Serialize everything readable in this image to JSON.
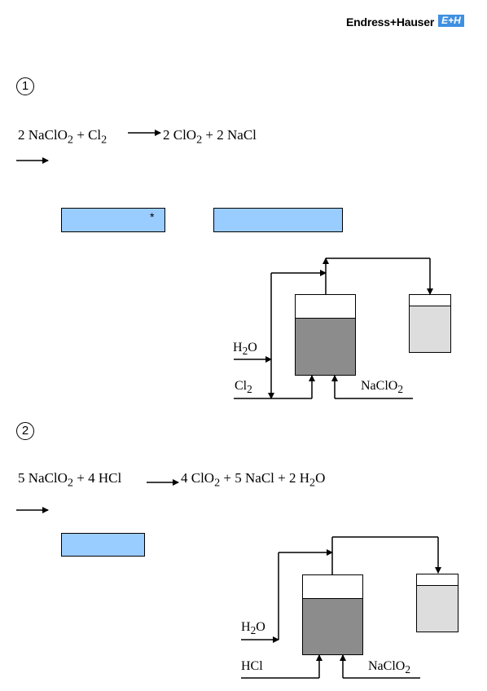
{
  "brand": {
    "name": "Endress+Hauser",
    "logo_mark": "E+H",
    "accent": "#3f90e0"
  },
  "section1": {
    "number": "1",
    "equation": {
      "lhs1": "2 NaClO",
      "s1": "2",
      "lhs2": " + Cl",
      "s2": "2",
      "rhs1": "2 ClO",
      "s3": "2",
      "rhs2": " + 2 NaCl"
    },
    "box1_mark": "*",
    "labels": {
      "water": "H",
      "water_sub": "2",
      "water_tail": "O",
      "chlorine": "Cl",
      "chlorine_sub": "2",
      "chlorite": "NaClO",
      "chlorite_sub": "2"
    }
  },
  "section2": {
    "number": "2",
    "equation": {
      "lhs1": "5 NaClO",
      "s1": "2",
      "lhs2": " + 4 HCl",
      "rhs1": "4 ClO",
      "s2": "2",
      "rhs2": " + 5 NaCl + 2 H",
      "s3": "2",
      "rhs3": "O"
    },
    "labels": {
      "water": "H",
      "water_sub": "2",
      "water_tail": "O",
      "acid": "HCl",
      "chlorite": "NaClO",
      "chlorite_sub": "2"
    }
  },
  "colors": {
    "box_fill": "#99ccff",
    "reactor_fill": "#8c8c8c",
    "vessel_fill": "#dddddd"
  }
}
